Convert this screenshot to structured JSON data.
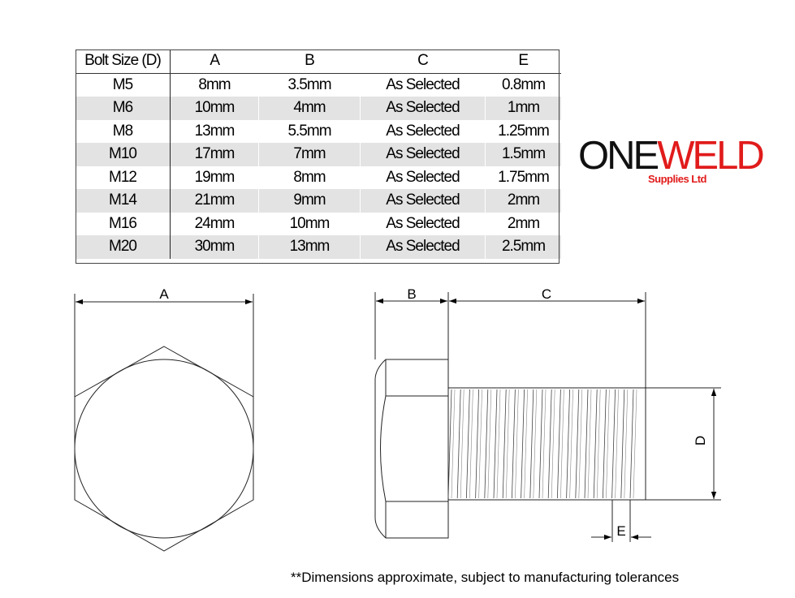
{
  "table": {
    "headers": [
      "Bolt Size (D)",
      "A",
      "B",
      "C",
      "E"
    ],
    "rows": [
      [
        "M5",
        "8mm",
        "3.5mm",
        "As Selected",
        "0.8mm"
      ],
      [
        "M6",
        "10mm",
        "4mm",
        "As Selected",
        "1mm"
      ],
      [
        "M8",
        "13mm",
        "5.5mm",
        "As Selected",
        "1.25mm"
      ],
      [
        "M10",
        "17mm",
        "7mm",
        "As Selected",
        "1.5mm"
      ],
      [
        "M12",
        "19mm",
        "8mm",
        "As Selected",
        "1.75mm"
      ],
      [
        "M14",
        "21mm",
        "9mm",
        "As Selected",
        "2mm"
      ],
      [
        "M16",
        "24mm",
        "10mm",
        "As Selected",
        "2mm"
      ],
      [
        "M20",
        "30mm",
        "13mm",
        "As Selected",
        "2.5mm"
      ]
    ],
    "stripe_color": "#e3e3e3"
  },
  "logo": {
    "word_one": "ONE",
    "word_weld": "WELD",
    "subtitle": "Supplies Ltd",
    "brand_color": "#e11b1b"
  },
  "drawing": {
    "label_a": "A",
    "label_b": "B",
    "label_c": "C",
    "label_d": "D",
    "label_e": "E"
  },
  "footnote": "**Dimensions approximate, subject to manufacturing tolerances"
}
